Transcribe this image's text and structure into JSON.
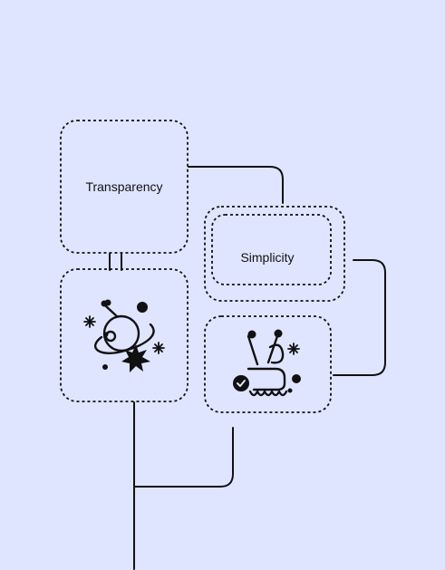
{
  "diagram": {
    "colors": {
      "background": "#dfe5ff",
      "stroke": "#111111"
    },
    "nodes": [
      {
        "id": "transparency",
        "label": "Transparency"
      },
      {
        "id": "simplicity",
        "label": "Simplicity"
      },
      {
        "id": "planet-illustration",
        "label": "",
        "icon": "planet-icon"
      },
      {
        "id": "peace-hand-illustration",
        "label": "",
        "icon": "peace-hand-icon"
      }
    ]
  }
}
